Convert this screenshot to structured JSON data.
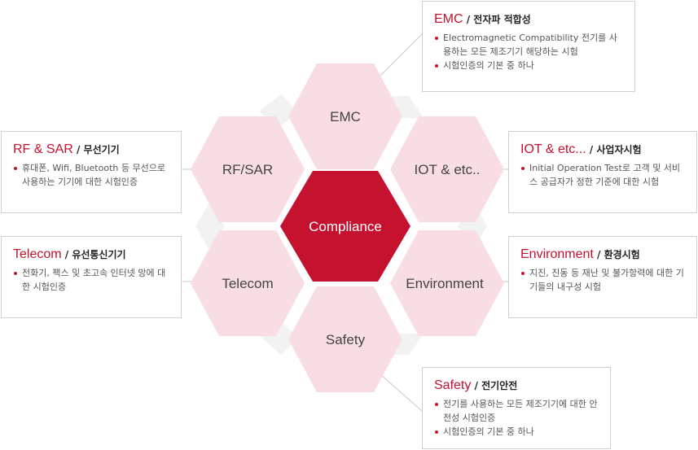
{
  "diagram": {
    "center": "Compliance",
    "hexes": {
      "emc": "EMC",
      "iot": "IOT & etc..",
      "environment": "Environment",
      "safety": "Safety",
      "telecom": "Telecom",
      "rfsar": "RF/SAR"
    }
  },
  "cards": {
    "emc": {
      "title": "EMC",
      "subtitle": " / 전자파 적합성",
      "items": [
        "Electromagnetic Compatibility 전기를 사용하는 모든 제조기기 해당하는 시험",
        "시험인증의 기본 중 하나"
      ]
    },
    "rfsar": {
      "title": "RF & SAR",
      "subtitle": " / 무선기기",
      "items": [
        "휴대폰, Wifi, Bluetooth 등 무선으로 사용하는 기기에 대한 시험인증"
      ]
    },
    "telecom": {
      "title": "Telecom",
      "subtitle": " /  유선통신기기",
      "items": [
        "전화기, 팩스 및 초고속 인터넷 망에 대한 시험인증"
      ]
    },
    "iot": {
      "title": "IOT & etc...",
      "subtitle": "  / 사업자시험",
      "items": [
        "Initial Operation Test로 고객 및 서비스 공급자가 정한 기준에 대한 시험"
      ]
    },
    "environment": {
      "title": "Environment",
      "subtitle": "  / 환경시험",
      "items": [
        "지진, 진동 등 재난 및 불가항력에 대한 기기들의 내구성 시험"
      ]
    },
    "safety": {
      "title": "Safety",
      "subtitle": "  / 전기안전",
      "items": [
        "전기를 사용하는 모든 제조기기에 대한 안전성 시험인증",
        "시험인증의 기본 중 하나"
      ]
    }
  },
  "colors": {
    "accent": "#c4122f",
    "hex_fill": "#f8dde2",
    "hex_shadow": "#f2f2f2",
    "card_border": "#cfcfcf"
  }
}
